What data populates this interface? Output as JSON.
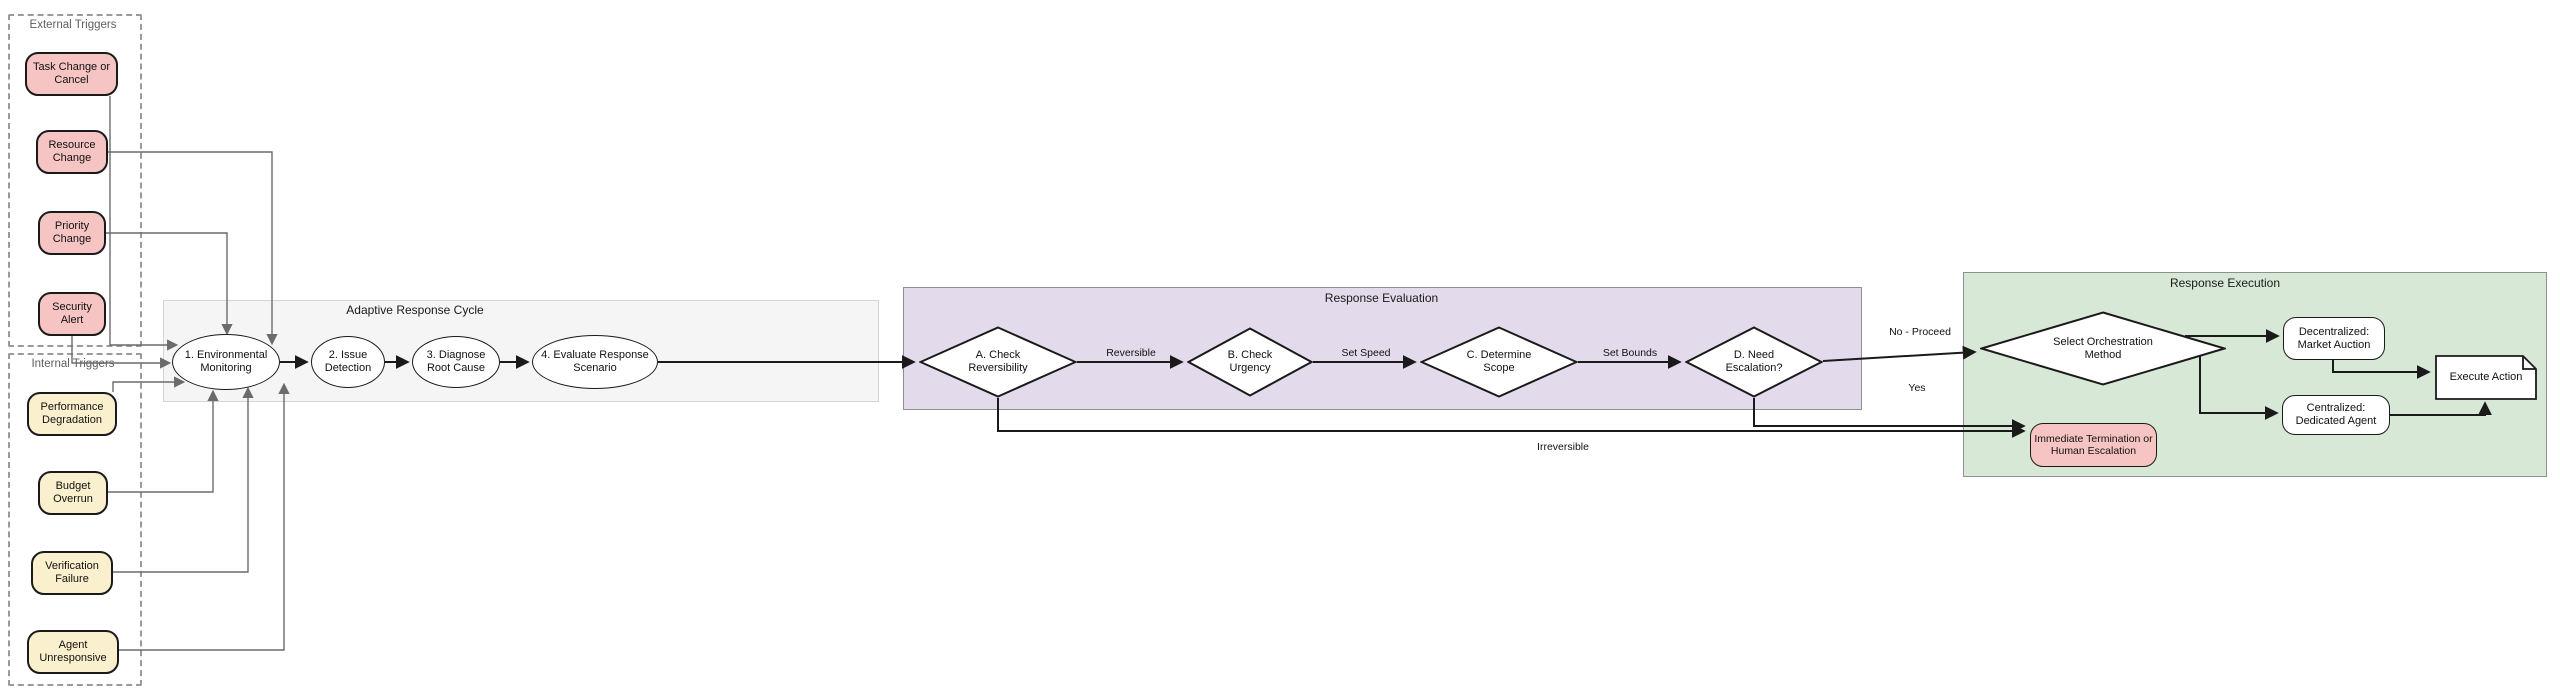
{
  "diagram": {
    "groups": {
      "external": {
        "label": "External Triggers",
        "items": [
          "Task Change or Cancel",
          "Resource Change",
          "Priority Change",
          "Security Alert"
        ]
      },
      "internal": {
        "label": "Internal Triggers",
        "items": [
          "Performance Degradation",
          "Budget Overrun",
          "Verification Failure",
          "Agent Unresponsive"
        ]
      }
    },
    "containers": {
      "cycle": {
        "title": "Adaptive Response Cycle",
        "steps": [
          "1. Environmental Monitoring",
          "2. Issue Detection",
          "3. Diagnose Root Cause",
          "4. Evaluate Response Scenario"
        ]
      },
      "evaluation": {
        "title": "Response Evaluation",
        "decisions": [
          "A. Check Reversibility",
          "B. Check Urgency",
          "C. Determine Scope",
          "D. Need Escalation?"
        ]
      },
      "execution": {
        "title": "Response Execution",
        "orchestration": "Select Orchestration Method",
        "decentralized": "Decentralized: Market Auction",
        "centralized": "Centralized: Dedicated Agent",
        "execute": "Execute Action",
        "termination": "Immediate Termination or Human Escalation"
      }
    },
    "edge_labels": {
      "reversible": "Reversible",
      "set_speed": "Set Speed",
      "set_bounds": "Set Bounds",
      "no_proceed": "No - Proceed",
      "yes": "Yes",
      "irreversible": "Irreversible"
    },
    "colors": {
      "external_trigger_fill": "#f6c5c3",
      "internal_trigger_fill": "#fbf0cd",
      "evaluation_fill": "#e3dbec",
      "execution_fill": "#d8e8d6",
      "cycle_fill": "#f5f5f5",
      "termination_fill": "#f6c5c3",
      "node_border": "#1a1a1a",
      "trigger_edge": "#6b6b6b",
      "flow_edge": "#1a1a1a"
    }
  }
}
